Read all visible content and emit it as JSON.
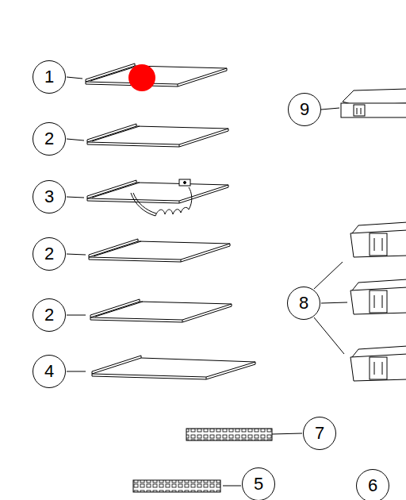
{
  "diagram": {
    "nodes": [
      {
        "text": [
          "1"
        ]
      },
      {
        "text": [
          "9"
        ]
      },
      {
        "text": [
          "2"
        ]
      },
      {
        "text": [
          "3"
        ]
      },
      {
        "text": [
          "2"
        ]
      },
      {
        "text": [
          "8"
        ]
      },
      {
        "text": [
          "2"
        ]
      },
      {
        "text": [
          "4"
        ]
      },
      {
        "text": [
          "7"
        ]
      },
      {
        "text": [
          "5"
        ]
      },
      {
        "text": [
          "6"
        ]
      }
    ]
  }
}
